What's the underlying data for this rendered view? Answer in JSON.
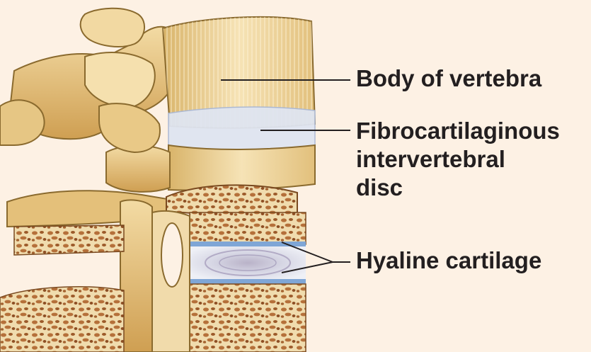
{
  "labels": {
    "body_of_vertebra": "Body of vertebra",
    "fibrocartilaginous_disc": [
      "Fibrocartilaginous",
      "intervertebral",
      "disc"
    ],
    "hyaline_cartilage": "Hyaline cartilage"
  },
  "colors": {
    "background": "#fdf1e4",
    "bone": "#efd59a",
    "bone_shadow": "#c99a4c",
    "bone_outline": "#8a6a2e",
    "spongy_bone": "#b5703a",
    "disc": "#dde3ef",
    "hyaline_edge": "#7fa6d6",
    "leader_line": "#231f20",
    "label_text": "#231f20"
  }
}
